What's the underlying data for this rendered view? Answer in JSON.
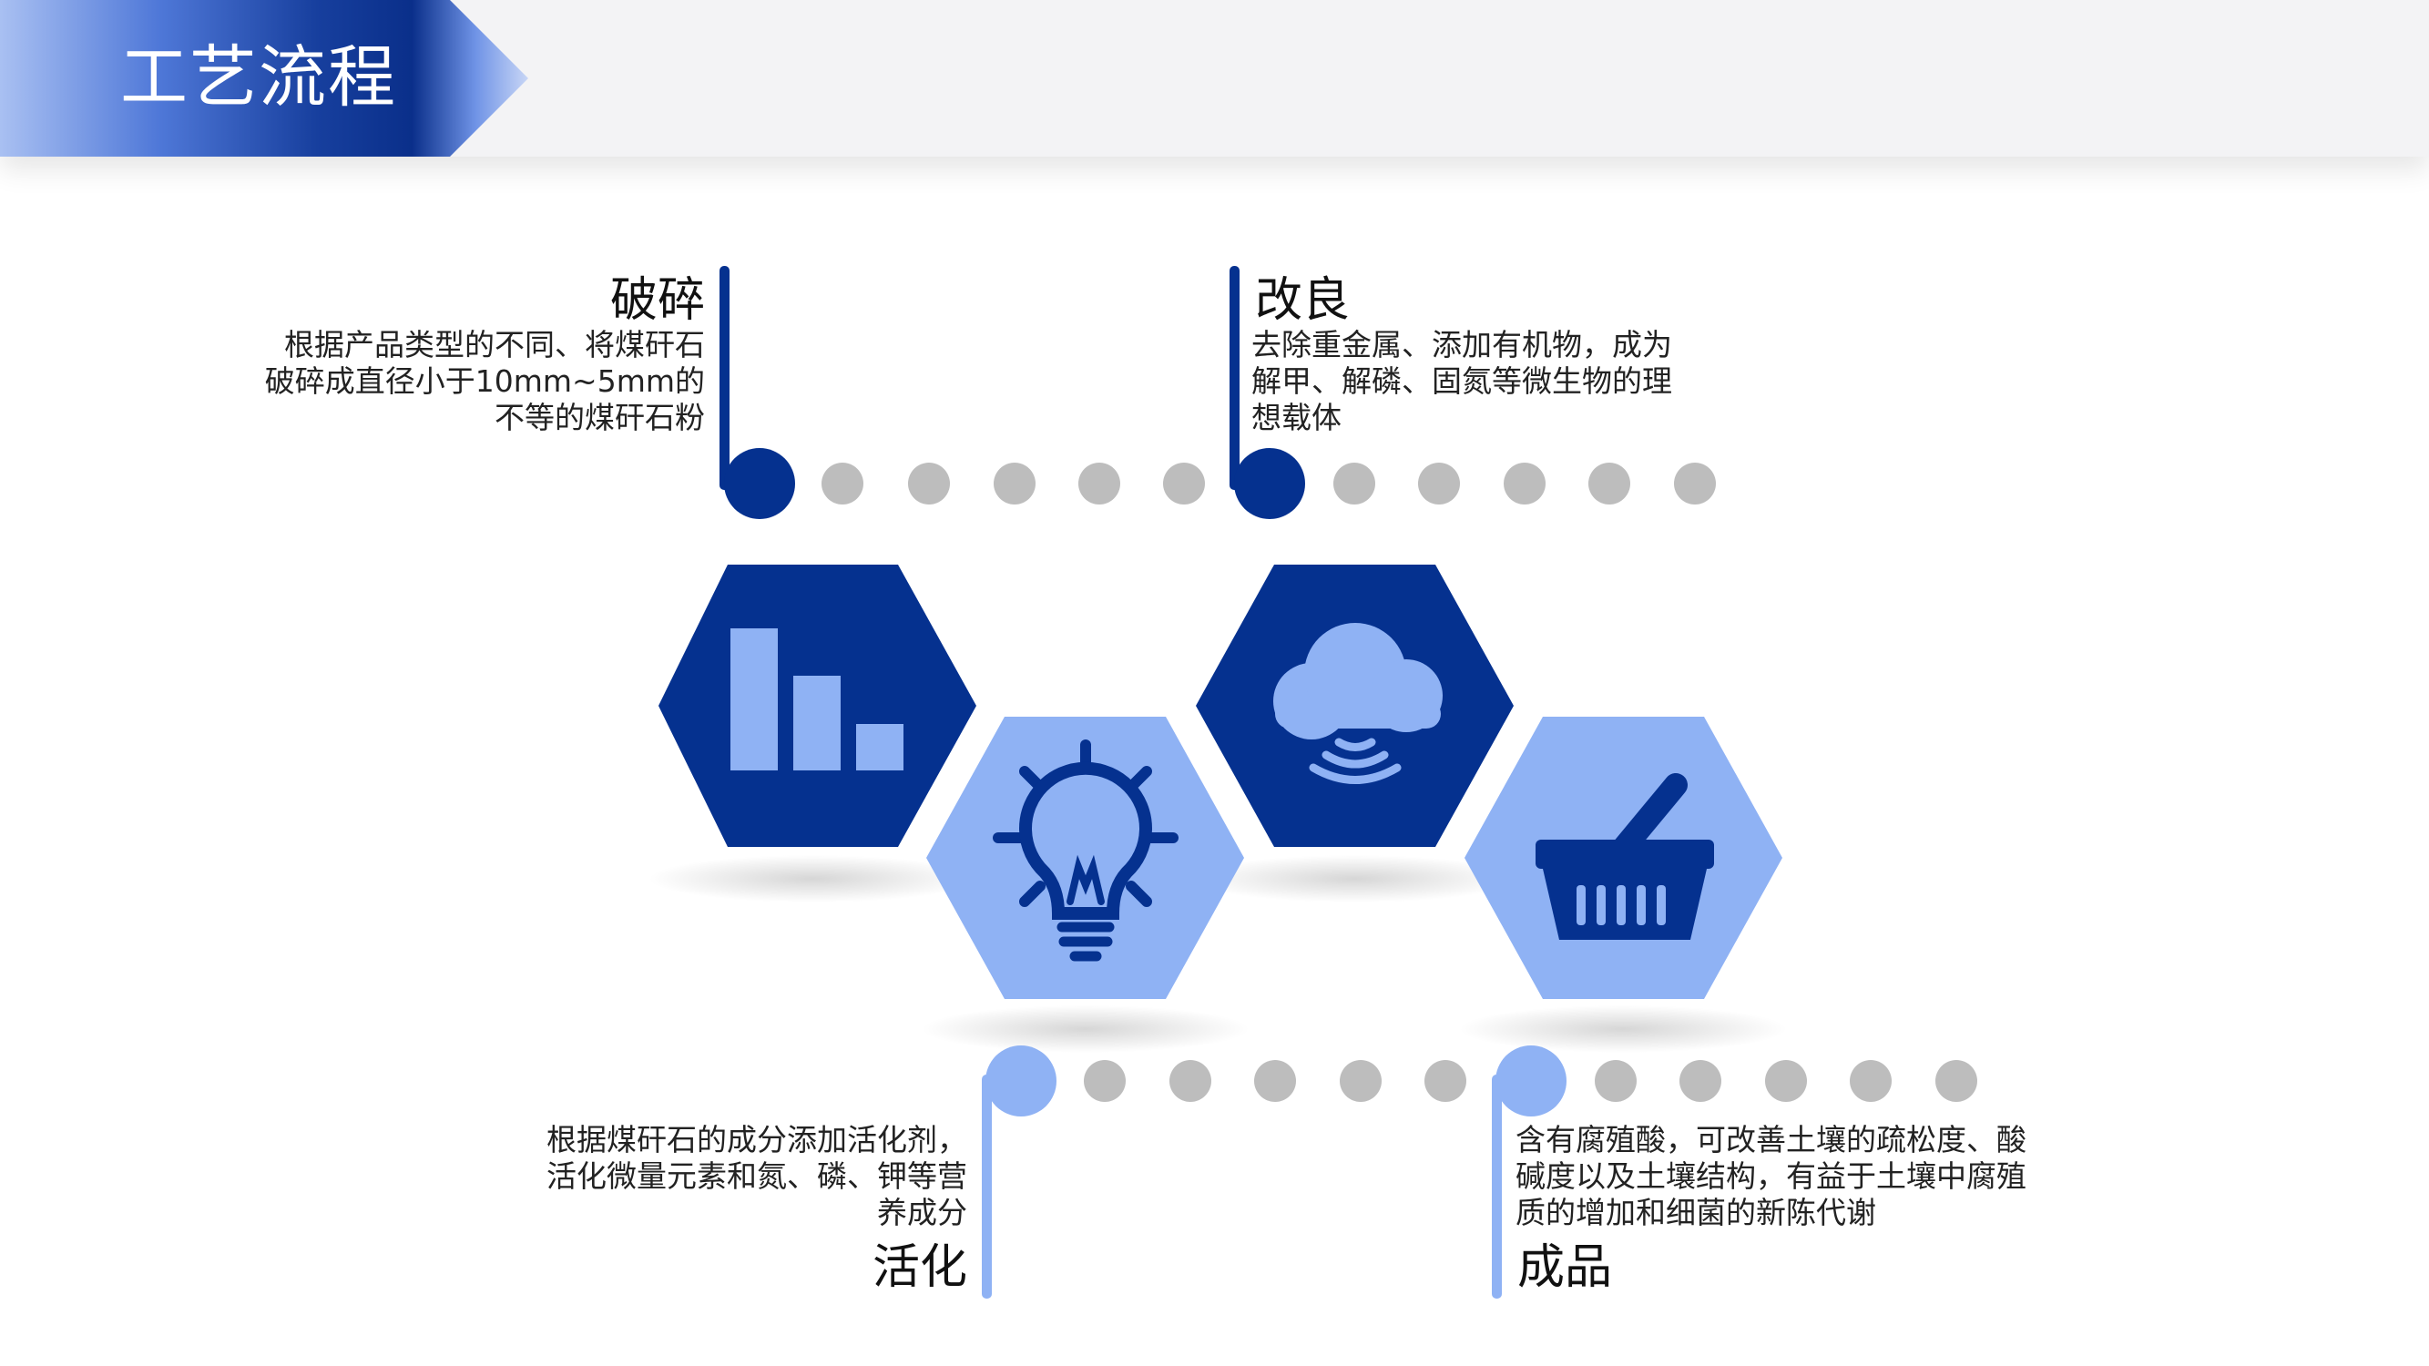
{
  "header": {
    "title": "工艺流程"
  },
  "colors": {
    "dark_blue": "#05318f",
    "light_blue": "#8fb2f4",
    "dot_gray": "#bdbdbd"
  },
  "steps": [
    {
      "title": "破碎",
      "description": [
        "根据产品类型的不同、将煤矸石",
        "破碎成直径小于10mm~5mm的",
        "不等的煤矸石粉"
      ],
      "icon": "bar-chart-icon"
    },
    {
      "title": "活化",
      "description": [
        "根据煤矸石的成分添加活化剂，",
        "活化微量元素和氮、磷、钾等营",
        "养成分"
      ],
      "icon": "lightbulb-icon"
    },
    {
      "title": "改良",
      "description": [
        "去除重金属、添加有机物，成为",
        "解甲、解磷、固氮等微生物的理",
        "想载体"
      ],
      "icon": "cloud-signal-icon"
    },
    {
      "title": "成品",
      "description": [
        "含有腐殖酸，可改善土壤的疏松度、酸",
        "碱度以及土壤结构，有益于土壤中腐殖",
        "质的增加和细菌的新陈代谢"
      ],
      "icon": "basket-icon"
    }
  ]
}
